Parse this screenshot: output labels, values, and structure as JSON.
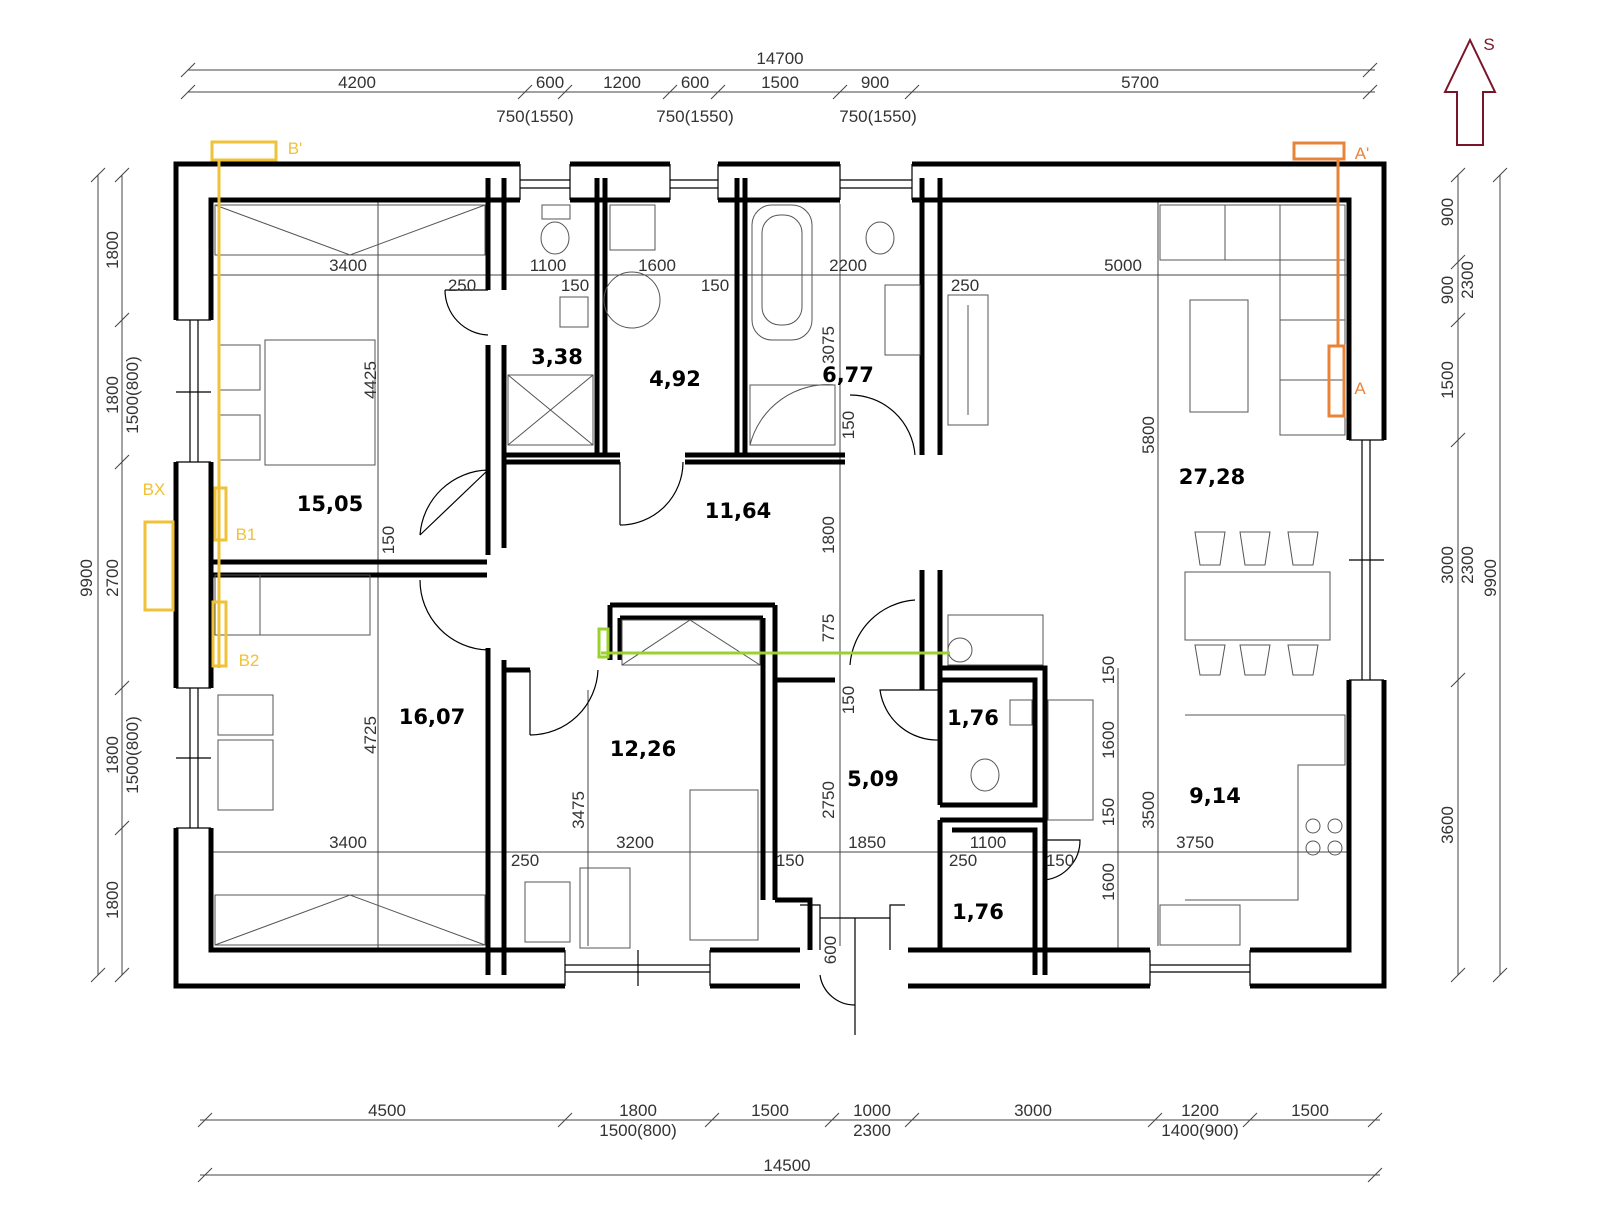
{
  "dimensions": {
    "top": [
      "14700",
      "4200",
      "600",
      "1200",
      "600",
      "1500",
      "900",
      "5700",
      "750(1550)",
      "750(1550)",
      "750(1550)"
    ],
    "left": [
      "9900",
      "1800",
      "1800",
      "2700",
      "1800",
      "1800",
      "1500(800)",
      "1500(800)"
    ],
    "right": [
      "900",
      "900",
      "1500",
      "3000",
      "3600",
      "2300",
      "2300",
      "9900"
    ],
    "bottom": [
      "4500",
      "1800",
      "1500",
      "1000",
      "3000",
      "1200",
      "1500",
      "1500(800)",
      "2300",
      "1400(900)",
      "14500"
    ],
    "interior": [
      "3400",
      "250",
      "1100",
      "150",
      "1600",
      "150",
      "2200",
      "5000",
      "250",
      "4425",
      "3075",
      "150",
      "1800",
      "775",
      "150",
      "2750",
      "5800",
      "150",
      "4725",
      "3475",
      "3400",
      "250",
      "3200",
      "150",
      "1850",
      "250",
      "1100",
      "150",
      "3750",
      "1600",
      "150",
      "150",
      "3500",
      "1600",
      "600"
    ]
  },
  "rooms": [
    "3,38",
    "4,92",
    "6,77",
    "15,05",
    "11,64",
    "27,28",
    "16,07",
    "12,26",
    "1,76",
    "5,09",
    "9,14",
    "1,76"
  ],
  "markers": {
    "b_prime": "B'",
    "b1": "B1",
    "b2": "B2",
    "bx": "BX",
    "a_prime": "A'",
    "a": "A"
  },
  "orientation_label": "S",
  "colors": {
    "section_b": "#EFC237",
    "section_a": "#E8843A",
    "section_green": "#9BD12E",
    "arrow": "#7A1428"
  }
}
